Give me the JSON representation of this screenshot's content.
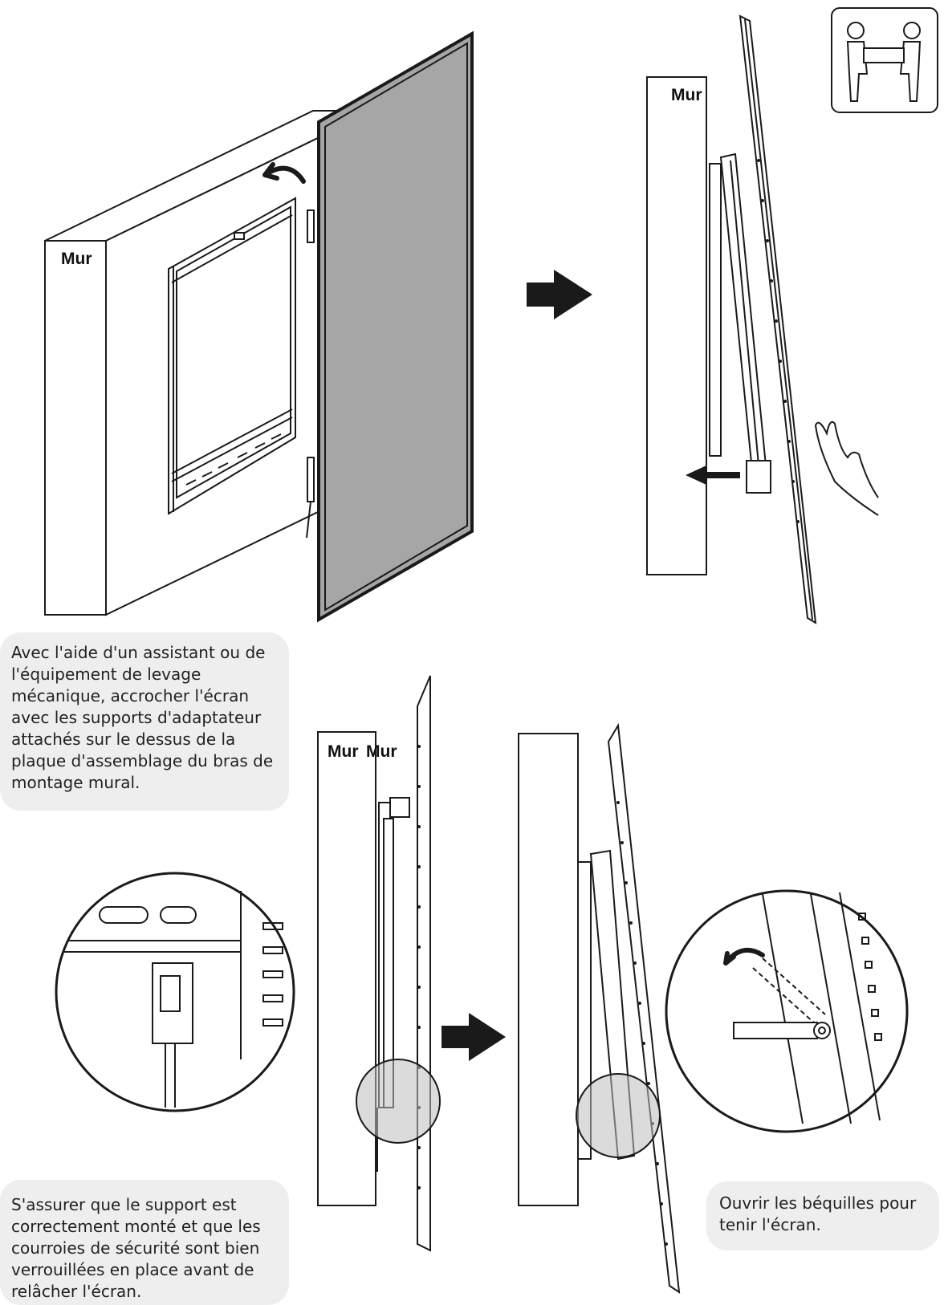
{
  "diagram": {
    "wall_label": "Mur",
    "captions": {
      "step1": "Avec l'aide d'un assistant ou de l'équipement de levage mécanique, accrocher l'écran avec les supports d'adaptateur attachés sur le dessus de la plaque d'assemblage du bras de montage mural.",
      "step2": "S'assurer que le support est correctement monté et que les courroies de sécurité sont bien verrouillées en place avant de relâcher l'écran.",
      "step3": "Ouvrir les béquilles pour tenir l'écran."
    },
    "colors": {
      "screen": "#a6a6a6",
      "line": "#1a1a1a",
      "caption_bg": "#eeeeee",
      "zoom_fill": "#bdbdbd"
    },
    "icons": [
      "two-person-lift-icon",
      "hand-icon",
      "arrow-right-icon",
      "arrow-left-icon",
      "rotate-arrow-icon"
    ]
  }
}
